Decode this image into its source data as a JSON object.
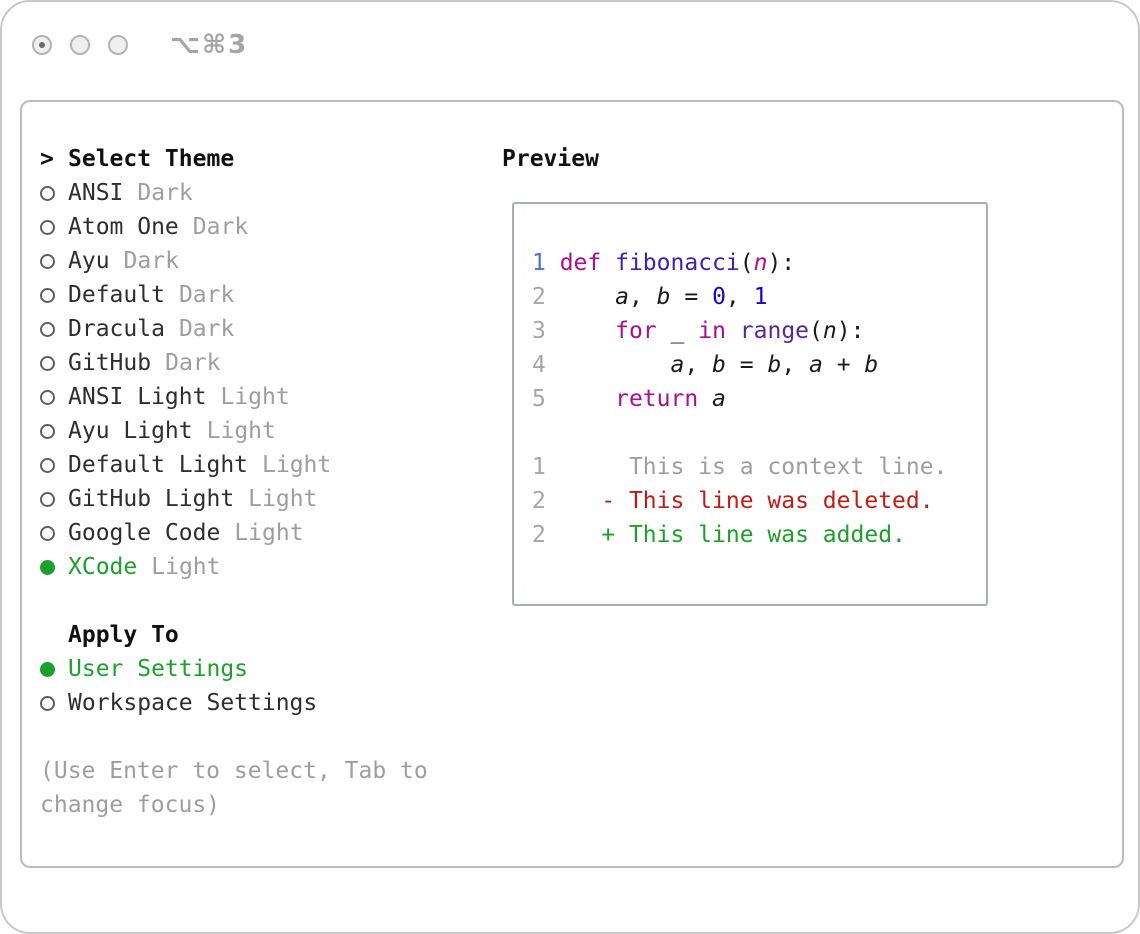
{
  "titlebar": {
    "shortcut": "⌥⌘3"
  },
  "theme_picker": {
    "cursor": ">",
    "title": "Select Theme",
    "items": [
      {
        "name": "ANSI",
        "variant": "Dark",
        "selected": false
      },
      {
        "name": "Atom One",
        "variant": "Dark",
        "selected": false
      },
      {
        "name": "Ayu",
        "variant": "Dark",
        "selected": false
      },
      {
        "name": "Default",
        "variant": "Dark",
        "selected": false
      },
      {
        "name": "Dracula",
        "variant": "Dark",
        "selected": false
      },
      {
        "name": "GitHub",
        "variant": "Dark",
        "selected": false
      },
      {
        "name": "ANSI Light",
        "variant": "Light",
        "selected": false
      },
      {
        "name": "Ayu Light",
        "variant": "Light",
        "selected": false
      },
      {
        "name": "Default Light",
        "variant": "Light",
        "selected": false
      },
      {
        "name": "GitHub Light",
        "variant": "Light",
        "selected": false
      },
      {
        "name": "Google Code",
        "variant": "Light",
        "selected": false
      },
      {
        "name": "XCode",
        "variant": "Light",
        "selected": true
      }
    ]
  },
  "apply_to": {
    "title": "Apply To",
    "options": [
      {
        "label": "User Settings",
        "selected": true
      },
      {
        "label": "Workspace Settings",
        "selected": false
      }
    ]
  },
  "hint": "(Use Enter to select, Tab to change focus)",
  "palette": {
    "fg": "#1b1b1b",
    "gray": "#9e9e9e",
    "green": "#1CA02C",
    "red": "#C41A16",
    "magenta": "#A90D91",
    "blue": "#1C01CE",
    "indigo": "#3E21B8",
    "purple": "#5B269A",
    "num": "#a6a6a6",
    "num_active": "#4d6fd0"
  },
  "preview": {
    "title": "Preview",
    "code_lines": [
      {
        "num": "1",
        "num_color": "num_active",
        "tokens": [
          {
            "t": "def",
            "c": "magenta"
          },
          {
            "t": " "
          },
          {
            "t": "fibonacci",
            "c": "indigo"
          },
          {
            "t": "("
          },
          {
            "t": "n",
            "c": "magenta",
            "i": true
          },
          {
            "t": "):"
          }
        ]
      },
      {
        "num": "2",
        "tokens": [
          {
            "t": "    "
          },
          {
            "t": "a",
            "i": true
          },
          {
            "t": ", "
          },
          {
            "t": "b",
            "i": true
          },
          {
            "t": " = "
          },
          {
            "t": "0",
            "c": "blue"
          },
          {
            "t": ", "
          },
          {
            "t": "1",
            "c": "blue"
          }
        ]
      },
      {
        "num": "3",
        "tokens": [
          {
            "t": "    "
          },
          {
            "t": "for",
            "c": "magenta"
          },
          {
            "t": " "
          },
          {
            "t": "_"
          },
          {
            "t": " "
          },
          {
            "t": "in",
            "c": "magenta"
          },
          {
            "t": " "
          },
          {
            "t": "range",
            "c": "purple"
          },
          {
            "t": "("
          },
          {
            "t": "n",
            "i": true
          },
          {
            "t": "):"
          }
        ]
      },
      {
        "num": "4",
        "tokens": [
          {
            "t": "        "
          },
          {
            "t": "a",
            "i": true
          },
          {
            "t": ", "
          },
          {
            "t": "b",
            "i": true
          },
          {
            "t": " = "
          },
          {
            "t": "b",
            "i": true
          },
          {
            "t": ", "
          },
          {
            "t": "a",
            "i": true
          },
          {
            "t": " + "
          },
          {
            "t": "b",
            "i": true
          }
        ]
      },
      {
        "num": "5",
        "tokens": [
          {
            "t": "    "
          },
          {
            "t": "return",
            "c": "magenta"
          },
          {
            "t": " "
          },
          {
            "t": "a",
            "i": true
          }
        ]
      }
    ],
    "diff_lines": [
      {
        "num": "1",
        "marker": " ",
        "text": "This is a context line.",
        "color": "gray"
      },
      {
        "num": "2",
        "marker": "-",
        "text": "This line was deleted.",
        "color": "red"
      },
      {
        "num": "2",
        "marker": "+",
        "text": "This line was added.",
        "color": "green"
      }
    ]
  }
}
